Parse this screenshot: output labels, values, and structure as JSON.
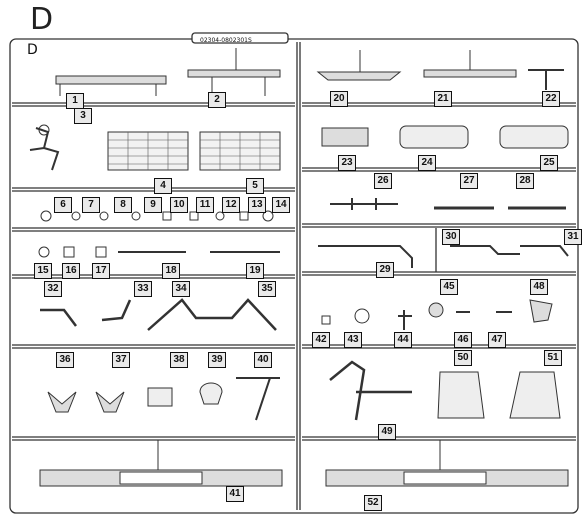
{
  "sheet": {
    "letter": "D",
    "frame_letter": "D",
    "part_code": "02304-0802301S"
  },
  "parts": [
    "1",
    "2",
    "3",
    "4",
    "5",
    "6",
    "7",
    "8",
    "9",
    "10",
    "11",
    "12",
    "13",
    "14",
    "15",
    "16",
    "17",
    "18",
    "19",
    "20",
    "21",
    "22",
    "23",
    "24",
    "25",
    "26",
    "27",
    "28",
    "29",
    "30",
    "31",
    "32",
    "33",
    "34",
    "35",
    "36",
    "37",
    "38",
    "39",
    "40",
    "41",
    "42",
    "43",
    "44",
    "45",
    "46",
    "47",
    "48",
    "49",
    "50",
    "51",
    "52"
  ],
  "colors": {
    "line": "#333333",
    "label_fill": "#e9e9e9",
    "detail_fill": "#bdbdbd"
  }
}
